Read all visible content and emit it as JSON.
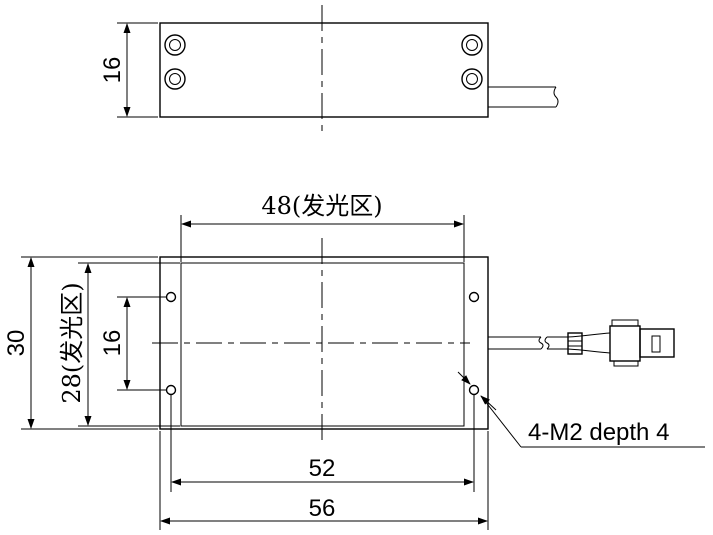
{
  "drawing": {
    "top_view": {
      "height_label": "16"
    },
    "front_view": {
      "emit_width_label": "48(发光区)",
      "outer_height_label": "30",
      "emit_height_label": "28(发光区)",
      "hole_pitch_v_label": "16",
      "hole_pitch_h_label": "52",
      "outer_width_label": "56",
      "thread_callout": "4-M2 depth 4"
    }
  }
}
